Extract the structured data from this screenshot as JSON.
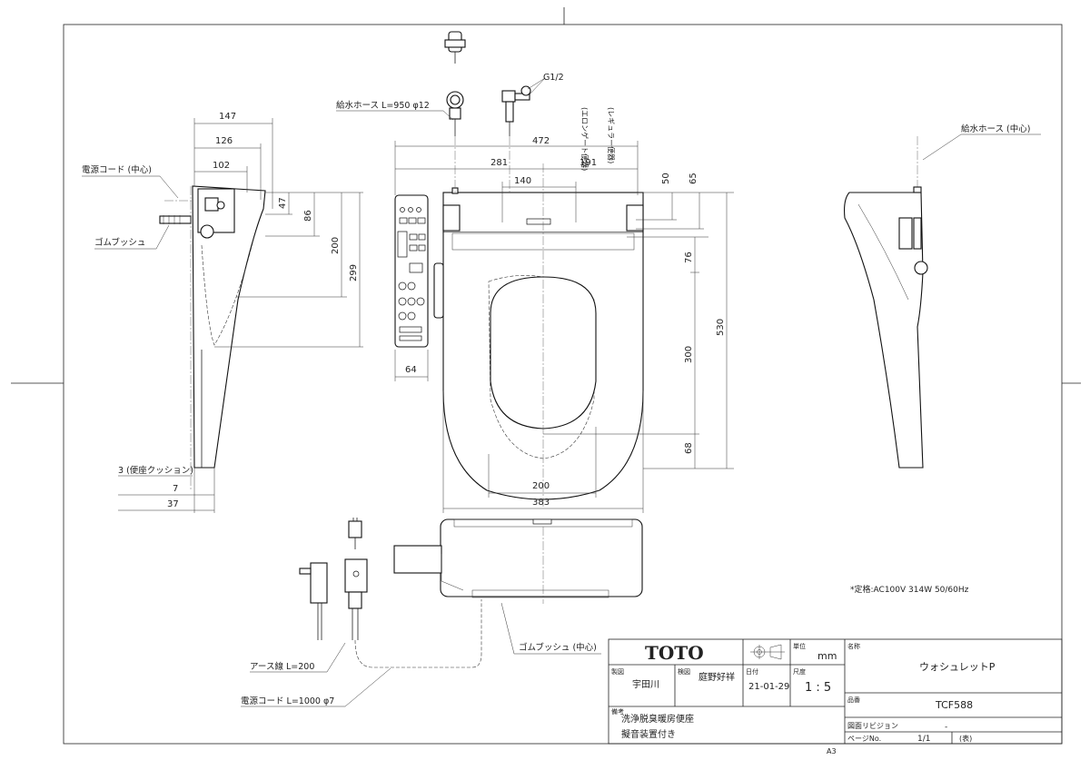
{
  "top_views": {
    "supply_hose_label": "給水ホース L=950 φ12",
    "thread_label": "G1/2",
    "elongated_label": "(エロンゲート便器)",
    "regular_label": "(レギュラー便器)"
  },
  "side_view": {
    "power_cord_center": "電源コード (中心)",
    "rubber_bush": "ゴムブッシュ",
    "seat_cushion": "3 (便座クッション)",
    "dims": {
      "d147": "147",
      "d126": "126",
      "d102": "102",
      "d47": "47",
      "d86": "86",
      "d200": "200",
      "d299": "299",
      "d7": "7",
      "d37": "37"
    }
  },
  "front_view": {
    "dims": {
      "d472": "472",
      "d281": "281",
      "d191": "191",
      "d140": "140",
      "d50": "50",
      "d65": "65",
      "d76": "76",
      "d530": "530",
      "d300": "300",
      "d68": "68",
      "d200": "200",
      "d383": "383",
      "d64": "64"
    }
  },
  "right_view": {
    "supply_hose_center": "給水ホース (中心)"
  },
  "bottom_view": {
    "earth_wire": "アース線 L=200",
    "power_cord": "電源コード L=1000 φ7",
    "rubber_bush_center": "ゴムブッシュ (中心)",
    "rating": "*定格:AC100V 314W 50/60Hz"
  },
  "title_block": {
    "brand": "TOTO",
    "unit_label": "単位",
    "unit_value": "mm",
    "name_label": "名称",
    "name_value": "ウォシュレットP",
    "drafter_label": "製図",
    "drafter_value": "宇田川",
    "checker_label": "検図",
    "checker_value": "庭野好祥",
    "date_label": "日付",
    "date_value": "21-01-29",
    "scale_label": "尺度",
    "scale_value": "1 : 5",
    "part_no_label": "品番",
    "part_no_value": "TCF588",
    "notes_label": "備考",
    "notes_line1": "洗浄脱臭暖房便座",
    "notes_line2": "擬音装置付き",
    "revision_label": "図面リビジョン",
    "revision_value": "-",
    "page_label": "ページNo.",
    "page_value": "1/1",
    "page_suffix": "(表)",
    "sheet_size": "A3"
  }
}
